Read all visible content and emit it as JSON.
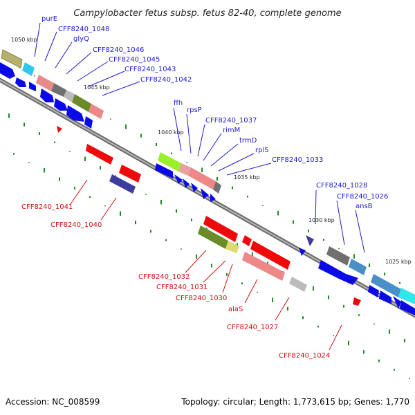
{
  "title": "Campylobacter fetus subsp. fetus 82-40, complete genome",
  "footer": {
    "accession": "Accession: NC_008599",
    "topology": "Topology: circular; Length: 1,773,615 bp; Genes: 1,770"
  },
  "ticks": [
    "1050 kbp",
    "1045 kbp",
    "1040 kbp",
    "1035 kbp",
    "1030 kbp",
    "1025 kbp"
  ],
  "labels_blue": [
    "purE",
    "CFF8240_1048",
    "glyQ",
    "CFF8240_1046",
    "CFF8240_1045",
    "CFF8240_1043",
    "CFF8240_1042",
    "ffh",
    "rpsP",
    "CFF8240_1037",
    "rimM",
    "trmD",
    "rplS",
    "CFF8240_1033",
    "CFF8240_1028",
    "CFF8240_1026",
    "ansB"
  ],
  "labels_red": [
    "CFF8240_1041",
    "CFF8240_1040",
    "CFF8240_1032",
    "CFF8240_1031",
    "CFF8240_1030",
    "alaS",
    "CFF8240_1027",
    "CFF8240_1024"
  ],
  "colors": {
    "label_blue": "#1c1ccc",
    "label_red": "#cc1010",
    "cds_blue": "#0a0ae6",
    "cds_red": "#ee0a0a",
    "backbone": "#8a8a8a",
    "gc_tick": "#1f8a1f"
  }
}
